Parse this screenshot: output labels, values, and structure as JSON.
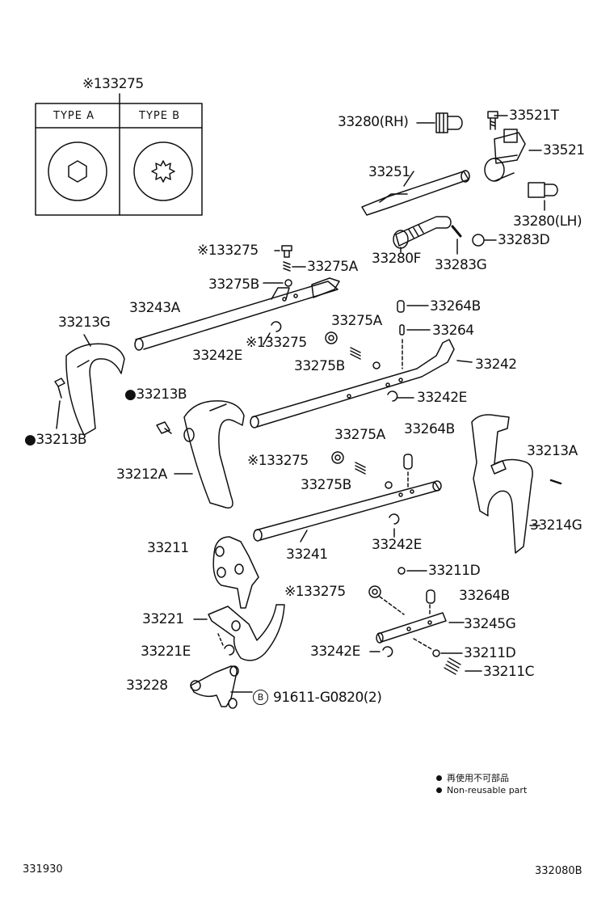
{
  "table": {
    "ref_label": "※133275",
    "type_a": "TYPE  A",
    "type_b": "TYPE  B"
  },
  "labels": {
    "l33280rh": "33280(RH)",
    "l33521t": "33521T",
    "l33521": "33521",
    "l33251": "33251",
    "l33280lh": "33280(LH)",
    "l33283d": "33283D",
    "l33280f": "33280F",
    "l33283g": "33283G",
    "l133275_a": "※133275",
    "l33275a_1": "33275A",
    "l33275b_1": "33275B",
    "l33243a": "33243A",
    "l33213g": "33213G",
    "l33264b_1": "33264B",
    "l33275a_2": "33275A",
    "l33264": "33264",
    "l33242e_1": "33242E",
    "l133275_b": "※133275",
    "l33275b_2": "33275B",
    "l33242": "33242",
    "l33213b_1": "●33213B",
    "l33242e_2": "33242E",
    "l33213b_2": "●33213B",
    "l33275a_3": "33275A",
    "l33264b_2": "33264B",
    "l133275_c": "※133275",
    "l33213a": "33213A",
    "l33212a": "33212A",
    "l33275b_3": "33275B",
    "l33214g": "33214G",
    "l33211": "33211",
    "l33241": "33241",
    "l33242e_3": "33242E",
    "l33211d_1": "33211D",
    "l133275_d": "※133275",
    "l33264b_3": "33264B",
    "l33221": "33221",
    "l33245g": "33245G",
    "l33221e": "33221E",
    "l33242e_4": "33242E",
    "l33211d_2": "33211D",
    "l33211c": "33211C",
    "l33228": "33228",
    "b_symbol": "B",
    "l91611": "91611-G0820(2)"
  },
  "legend": {
    "line1": "再使用不可部品",
    "line2": "Non-reusable part"
  },
  "footer": {
    "left_code": "331930",
    "right_code": "332080B"
  }
}
